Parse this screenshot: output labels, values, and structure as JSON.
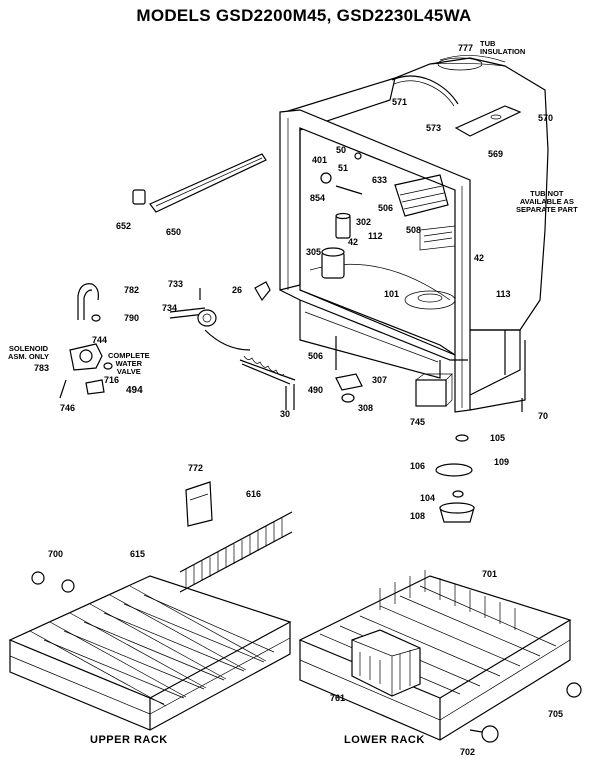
{
  "title": "MODELS GSD2200M45, GSD2230L45WA",
  "notes": {
    "tub_insulation": [
      "TUB",
      "INSULATION"
    ],
    "tub_not_available": [
      "TUB NOT",
      "AVAILABLE AS",
      "SEPARATE PART"
    ],
    "solenoid": [
      "SOLENOID",
      "ASM. ONLY"
    ],
    "complete_valve": [
      "COMPLETE",
      "WATER",
      "VALVE"
    ]
  },
  "captions": {
    "upper_rack": "UPPER RACK",
    "lower_rack": "LOWER RACK"
  },
  "parts": {
    "p777": "777",
    "p571": "571",
    "p573": "573",
    "p570": "570",
    "p569": "569",
    "p50": "50",
    "p401": "401",
    "p51": "51",
    "p633": "633",
    "p854": "854",
    "p506a": "506",
    "p302": "302",
    "p508": "508",
    "p42a": "42",
    "p112": "112",
    "p305": "305",
    "p42b": "42",
    "p113": "113",
    "p101": "101",
    "p26": "26",
    "p652": "652",
    "p650": "650",
    "p782": "782",
    "p733": "733",
    "p734": "734",
    "p790": "790",
    "p744": "744",
    "p783": "783",
    "p716": "716",
    "p746": "746",
    "p494": "494",
    "p506b": "506",
    "p307": "307",
    "p490": "490",
    "p308": "308",
    "p30": "30",
    "p745": "745",
    "p70": "70",
    "p105": "105",
    "p106": "106",
    "p109": "109",
    "p104": "104",
    "p108": "108",
    "p772": "772",
    "p616": "616",
    "p700": "700",
    "p615": "615",
    "p701": "701",
    "p761": "761",
    "p705": "705",
    "p702": "702"
  }
}
